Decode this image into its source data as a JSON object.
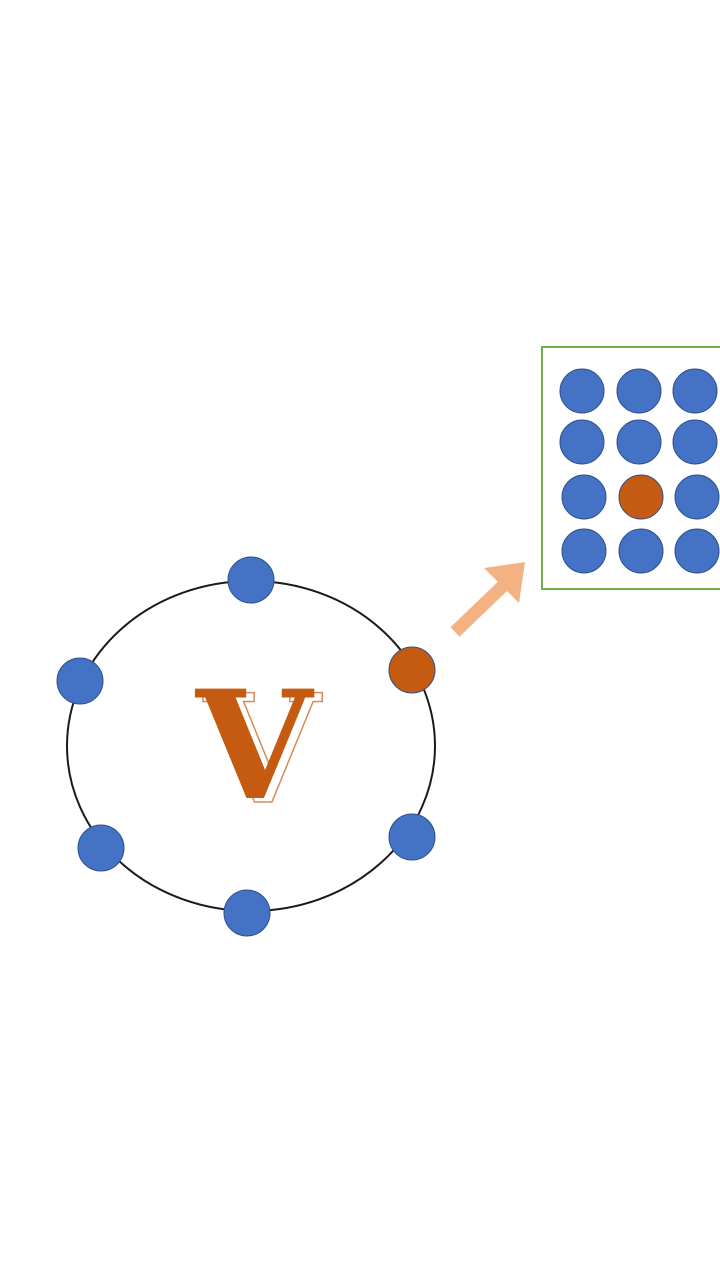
{
  "diagram": {
    "center_label": "V",
    "colors": {
      "node_blue": "#4472C4",
      "node_orange": "#C55A11",
      "ring": "#1a1a1a",
      "arrow": "#F4B183",
      "panel_border": "#70AD47"
    },
    "ring_nodes": [
      {
        "state": "normal"
      },
      {
        "state": "highlighted"
      },
      {
        "state": "normal"
      },
      {
        "state": "normal"
      },
      {
        "state": "normal"
      },
      {
        "state": "normal"
      }
    ],
    "grid": {
      "rows": 4,
      "cols": 3,
      "highlighted": [
        [
          2,
          1
        ]
      ]
    }
  }
}
